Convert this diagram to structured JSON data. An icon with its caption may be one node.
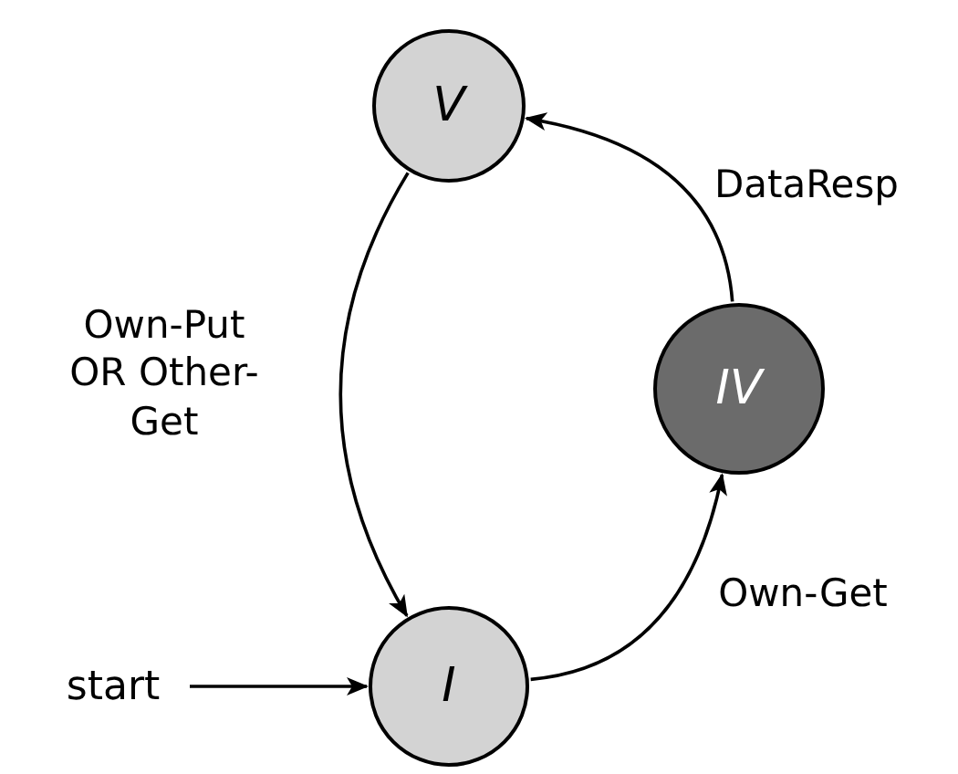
{
  "diagram": {
    "nodes": [
      {
        "text": [
          "V"
        ]
      },
      {
        "text": [
          "IV"
        ]
      },
      {
        "text": [
          "I"
        ]
      },
      {
        "text": [
          "start"
        ]
      }
    ],
    "edges": [
      {
        "from": 0,
        "to": 2,
        "arrow": "to",
        "label": "Own-Put OR Other-Get"
      },
      {
        "from": 2,
        "to": 1,
        "arrow": "to",
        "label": "Own-Get"
      },
      {
        "from": 1,
        "to": 0,
        "arrow": "to",
        "label": "DataResp"
      },
      {
        "from": 3,
        "to": 2,
        "arrow": "to"
      }
    ]
  }
}
